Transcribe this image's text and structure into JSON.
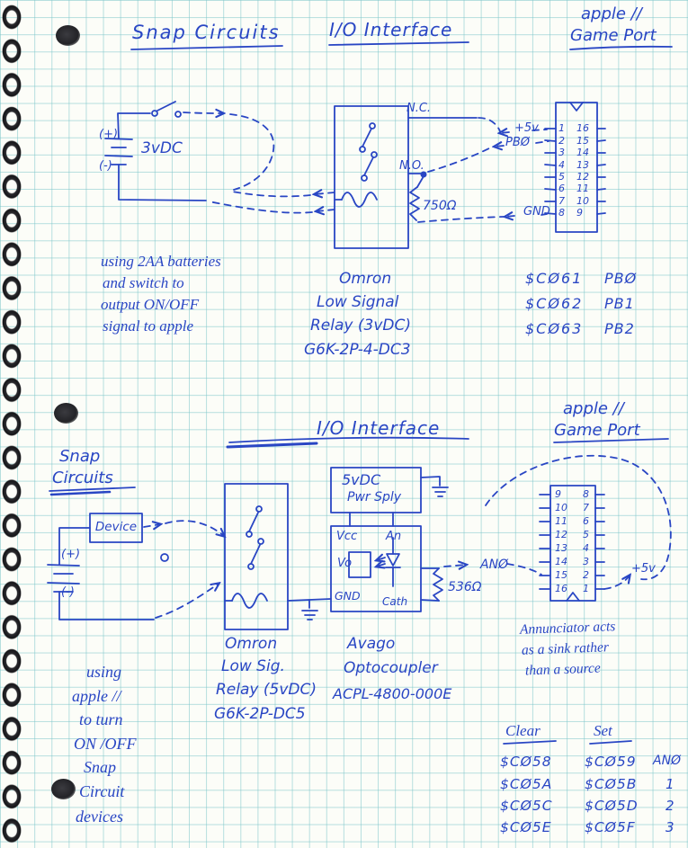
{
  "colors": {
    "ink": "#2946c4",
    "paper": "#fcfdf8",
    "grid": "#a9d8da",
    "binding": "#1c1c1f"
  },
  "top": {
    "snap_title": "Snap Circuits",
    "io_title": "I/O Interface",
    "apple_title_line1": "apple //",
    "apple_title_line2": "Game Port",
    "battery_plus": "(+)",
    "battery_label": "3vDC",
    "battery_minus": "(-)",
    "nc_label": "N.C.",
    "no_label": "N.O.",
    "resistor_label": "750Ω",
    "plus5v_label": "+5v",
    "pb0_label": "PBØ",
    "gnd_label": "GND",
    "pins_left": [
      "1",
      "2",
      "3",
      "4",
      "5",
      "6",
      "7",
      "8"
    ],
    "pins_right": [
      "16",
      "15",
      "14",
      "13",
      "12",
      "11",
      "10",
      "9"
    ],
    "battery_note": [
      "using 2AA batteries",
      "and switch to",
      "output ON/OFF",
      "signal to apple"
    ],
    "relay_note": [
      "Omron",
      "Low Signal",
      "Relay (3vDC)",
      "G6K-2P-4-DC3"
    ],
    "softswitches": [
      {
        "addr": "$CØ61",
        "bit": "PBØ"
      },
      {
        "addr": "$CØ62",
        "bit": "PB1"
      },
      {
        "addr": "$CØ63",
        "bit": "PB2"
      }
    ]
  },
  "bottom": {
    "io_title": "I/O Interface",
    "apple_title_line1": "apple //",
    "apple_title_line2": "Game Port",
    "snap_title_line1": "Snap",
    "snap_title_line2": "Circuits",
    "device_label": "Device",
    "battery_plus": "(+)",
    "battery_minus": "(-)",
    "pwr_line1": "5vDC",
    "pwr_line2": "Pwr Sply",
    "opto_vcc": "Vcc",
    "opto_an": "An",
    "opto_vo": "Vo",
    "opto_gnd": "GND",
    "opto_cath": "Cath",
    "resistor_label": "536Ω",
    "an0_label": "ANØ",
    "plus5v_label": "+5v",
    "pins_left": [
      "9",
      "10",
      "11",
      "12",
      "13",
      "14",
      "15",
      "16"
    ],
    "pins_right": [
      "8",
      "7",
      "6",
      "5",
      "4",
      "3",
      "2",
      "1"
    ],
    "relay_note": [
      "Omron",
      "Low Sig.",
      "Relay (5vDC)",
      "G6K-2P-DC5"
    ],
    "opto_note": [
      "Avago",
      "Optocoupler",
      "ACPL-4800-000E"
    ],
    "annunciator_note": [
      "Annunciator acts",
      "as a sink rather",
      "than a source"
    ],
    "usage_note": [
      "using",
      "apple //",
      "to turn",
      "ON /OFF",
      "Snap",
      "Circuit",
      "devices"
    ],
    "table": {
      "clear_header": "Clear",
      "set_header": "Set",
      "rows": [
        {
          "clear": "$CØ58",
          "set": "$CØ59",
          "an": "ANØ"
        },
        {
          "clear": "$CØ5A",
          "set": "$CØ5B",
          "an": "1"
        },
        {
          "clear": "$CØ5C",
          "set": "$CØ5D",
          "an": "2"
        },
        {
          "clear": "$CØ5E",
          "set": "$CØ5F",
          "an": "3"
        }
      ]
    }
  }
}
